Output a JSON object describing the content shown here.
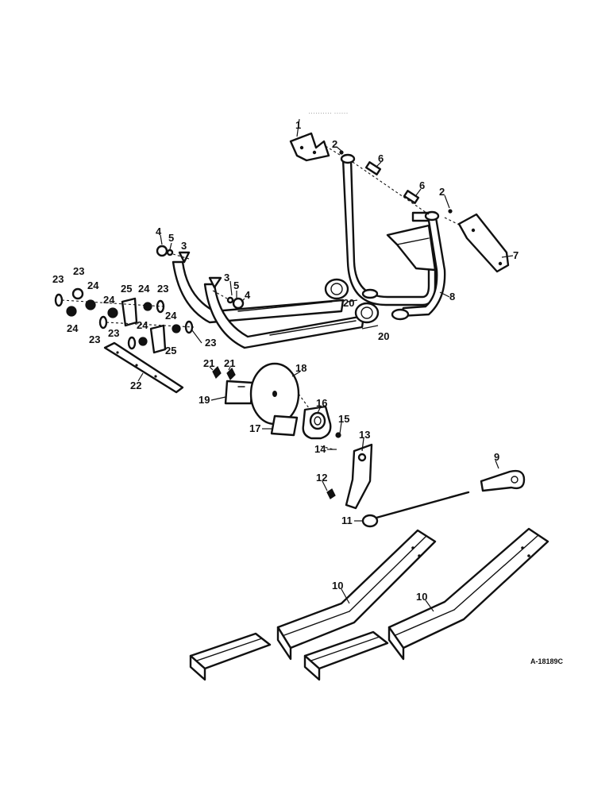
{
  "diagram": {
    "header_text": "·········· ······",
    "drawing_number": "A-18189C",
    "callouts": [
      {
        "id": "c1",
        "label": "1"
      },
      {
        "id": "c2a",
        "label": "2"
      },
      {
        "id": "c2b",
        "label": "2"
      },
      {
        "id": "c3a",
        "label": "3"
      },
      {
        "id": "c3b",
        "label": "3"
      },
      {
        "id": "c4a",
        "label": "4"
      },
      {
        "id": "c4b",
        "label": "4"
      },
      {
        "id": "c5a",
        "label": "5"
      },
      {
        "id": "c5b",
        "label": "5"
      },
      {
        "id": "c6a",
        "label": "6"
      },
      {
        "id": "c6b",
        "label": "6"
      },
      {
        "id": "c7",
        "label": "7"
      },
      {
        "id": "c8",
        "label": "8"
      },
      {
        "id": "c9",
        "label": "9"
      },
      {
        "id": "c10a",
        "label": "10"
      },
      {
        "id": "c10b",
        "label": "10"
      },
      {
        "id": "c11",
        "label": "11"
      },
      {
        "id": "c12",
        "label": "12"
      },
      {
        "id": "c13",
        "label": "13"
      },
      {
        "id": "c14",
        "label": "14"
      },
      {
        "id": "c15",
        "label": "15"
      },
      {
        "id": "c16",
        "label": "16"
      },
      {
        "id": "c17",
        "label": "17"
      },
      {
        "id": "c18",
        "label": "18"
      },
      {
        "id": "c19",
        "label": "19"
      },
      {
        "id": "c20a",
        "label": "20"
      },
      {
        "id": "c20b",
        "label": "20"
      },
      {
        "id": "c21a",
        "label": "21"
      },
      {
        "id": "c21b",
        "label": "21"
      },
      {
        "id": "c22",
        "label": "22"
      },
      {
        "id": "c23a",
        "label": "23"
      },
      {
        "id": "c23b",
        "label": "23"
      },
      {
        "id": "c23c",
        "label": "23"
      },
      {
        "id": "c23d",
        "label": "23"
      },
      {
        "id": "c23e",
        "label": "23"
      },
      {
        "id": "c23f",
        "label": "23"
      },
      {
        "id": "c24a",
        "label": "24"
      },
      {
        "id": "c24b",
        "label": "24"
      },
      {
        "id": "c24c",
        "label": "24"
      },
      {
        "id": "c24d",
        "label": "24"
      },
      {
        "id": "c24e",
        "label": "24"
      },
      {
        "id": "c24f",
        "label": "24"
      },
      {
        "id": "c25a",
        "label": "25"
      },
      {
        "id": "c25b",
        "label": "25"
      }
    ]
  }
}
